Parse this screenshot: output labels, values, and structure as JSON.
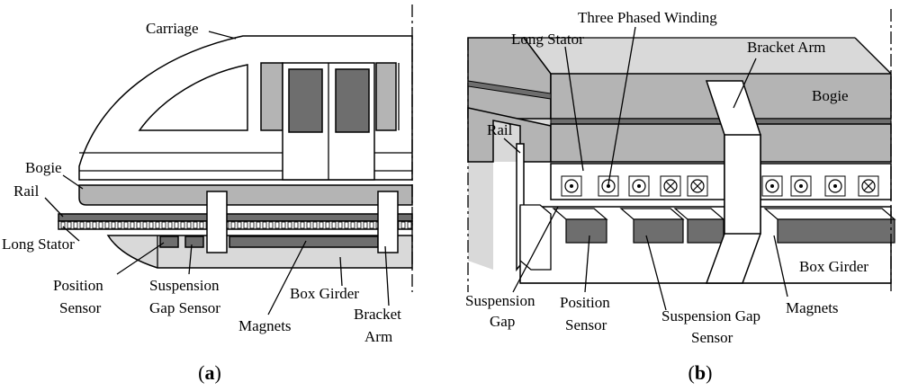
{
  "panel_a": {
    "labels": {
      "carriage": "Carriage",
      "bogie": "Bogie",
      "rail": "Rail",
      "long_stator": "Long Stator",
      "position_sensor_1": "Position",
      "position_sensor_2": "Sensor",
      "suspension_gap_sensor_1": "Suspension",
      "suspension_gap_sensor_2": "Gap Sensor",
      "box_girder": "Box Girder",
      "magnets": "Magnets",
      "bracket_arm_1": "Bracket",
      "bracket_arm_2": "Arm"
    },
    "caption": {
      "open": "(",
      "letter": "a",
      "close": ")"
    }
  },
  "panel_b": {
    "labels": {
      "three_phased_winding": "Three Phased Winding",
      "long_stator": "Long Stator",
      "bracket_arm": "Bracket Arm",
      "bogie": "Bogie",
      "rail": "Rail",
      "box_girder": "Box Girder",
      "suspension_gap_1": "Suspension",
      "suspension_gap_2": "Gap",
      "position_sensor_1": "Position",
      "position_sensor_2": "Sensor",
      "suspension_gap_sensor_1": "Suspension Gap",
      "suspension_gap_sensor_2": "Sensor",
      "magnets": "Magnets"
    },
    "caption": {
      "open": "(",
      "letter": "b",
      "close": ")"
    }
  },
  "colors": {
    "dark_gray": "#6e6e6e",
    "mid_gray": "#b4b4b4",
    "light_gray": "#d9d9d9",
    "outline": "#000000"
  }
}
